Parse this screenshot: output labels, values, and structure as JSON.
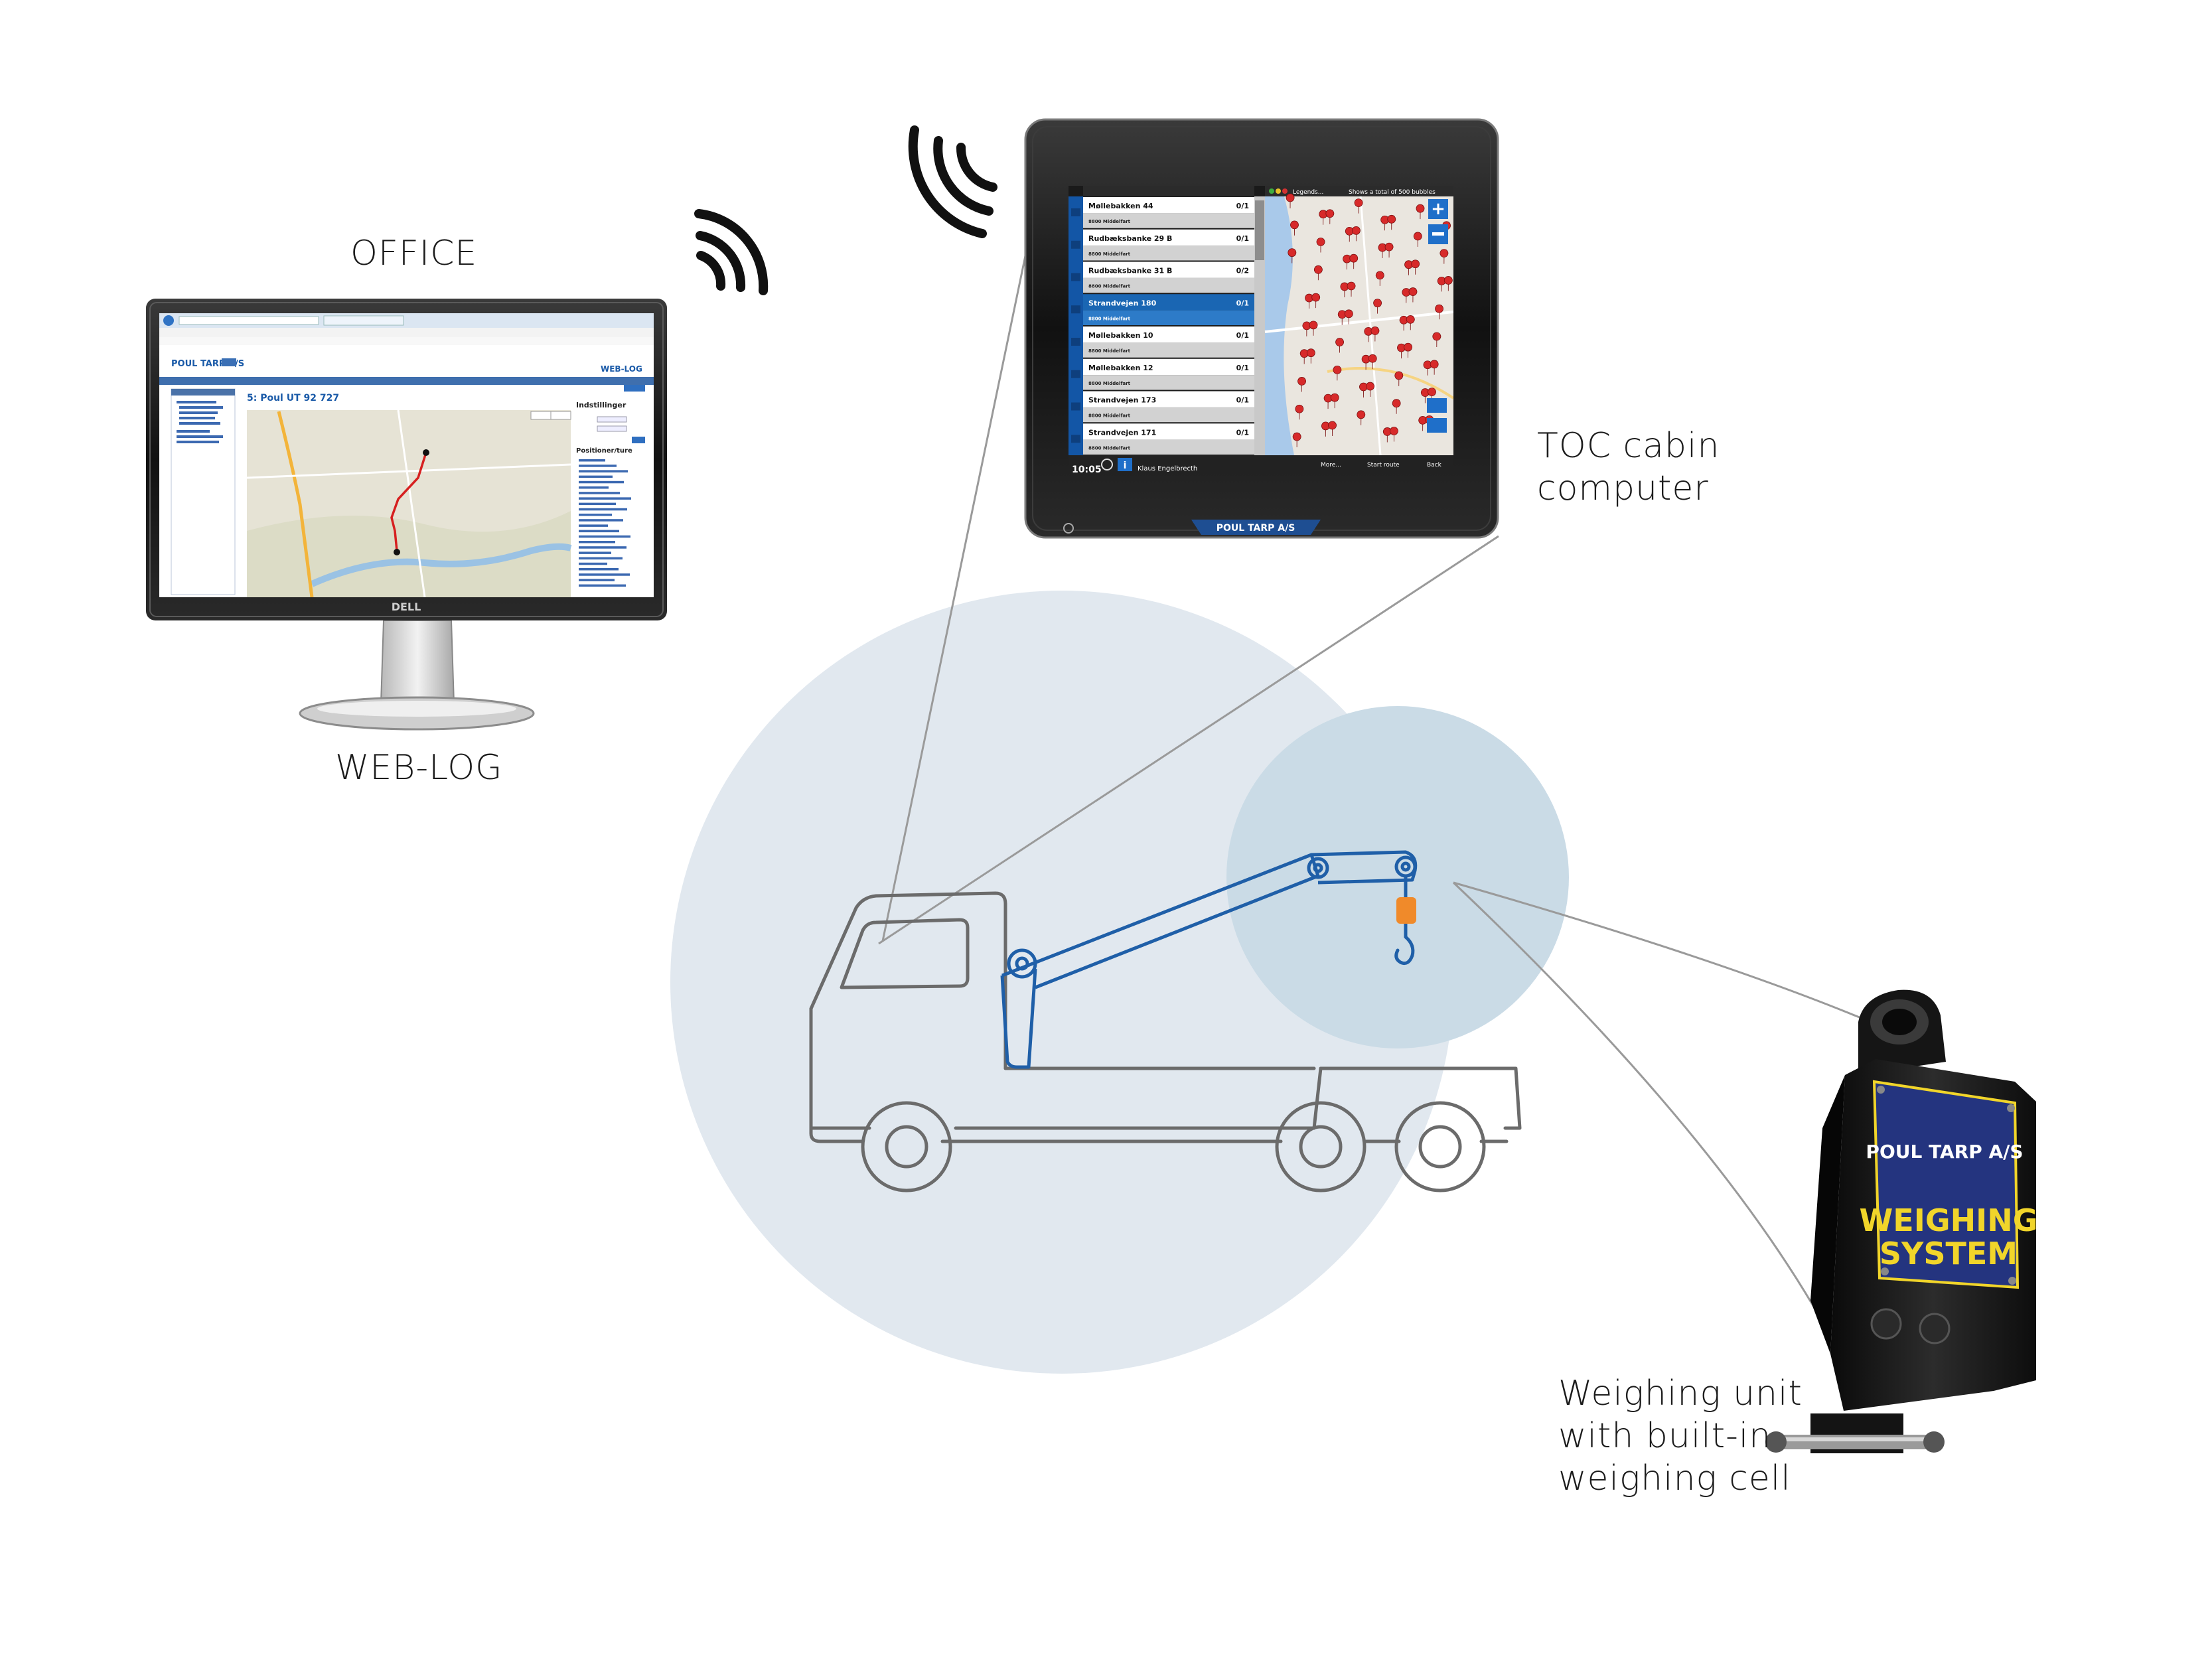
{
  "labels": {
    "office": "OFFICE",
    "weblog": "WEB-LOG",
    "toc": [
      "TOC cabin",
      "computer"
    ],
    "weighing_unit": [
      "Weighing unit",
      "with built-in",
      "weighing cell"
    ]
  },
  "monitor": {
    "brand": "DELL",
    "company": "POUL TARP A/S",
    "logo": "WEB-LOG",
    "vehicle": "5: Poul UT 92 727",
    "panel_1": "Indstillinger",
    "panel_2": "Positioner/ture"
  },
  "cabin_computer": {
    "bezel_brand": "POUL TARP A/S",
    "legends": "Legends...",
    "bubbles": "Shows a total of 500 bubbles",
    "clock": "10:05",
    "user": "Klaus Engelbrecth",
    "buttons": [
      "More...",
      "Start route",
      "Back"
    ],
    "rows": [
      {
        "street": "Møllebakken 44",
        "count": "0/1",
        "city": "8800 Middelfart",
        "selected": false
      },
      {
        "street": "Rudbæksbanke 29 B",
        "count": "0/1",
        "city": "8800 Middelfart",
        "selected": false
      },
      {
        "street": "Rudbæksbanke 31 B",
        "count": "0/2",
        "city": "8800 Middelfart",
        "selected": false
      },
      {
        "street": "Strandvejen 180",
        "count": "0/1",
        "city": "8800 Middelfart",
        "selected": true
      },
      {
        "street": "Møllebakken 10",
        "count": "0/1",
        "city": "8800 Middelfart",
        "selected": false
      },
      {
        "street": "Møllebakken 12",
        "count": "0/1",
        "city": "8800 Middelfart",
        "selected": false
      },
      {
        "street": "Strandvejen 173",
        "count": "0/1",
        "city": "8800 Middelfart",
        "selected": false
      },
      {
        "street": "Strandvejen 171",
        "count": "0/1",
        "city": "8800 Middelfart",
        "selected": false
      }
    ]
  },
  "weighing_device": {
    "brand": "POUL TARP A/S",
    "title_1": "WEIGHING",
    "title_2": "SYSTEM"
  },
  "colors": {
    "crane_blue": "#1f5fa8",
    "hook_orange": "#f08a2a",
    "circle_large": "#e1e8ef",
    "circle_small": "#cadbe6",
    "truck_outline": "#6b6b6b",
    "screen_select": "#1a66b3",
    "device_plate": "#24347f",
    "device_text": "#f1d52a"
  }
}
